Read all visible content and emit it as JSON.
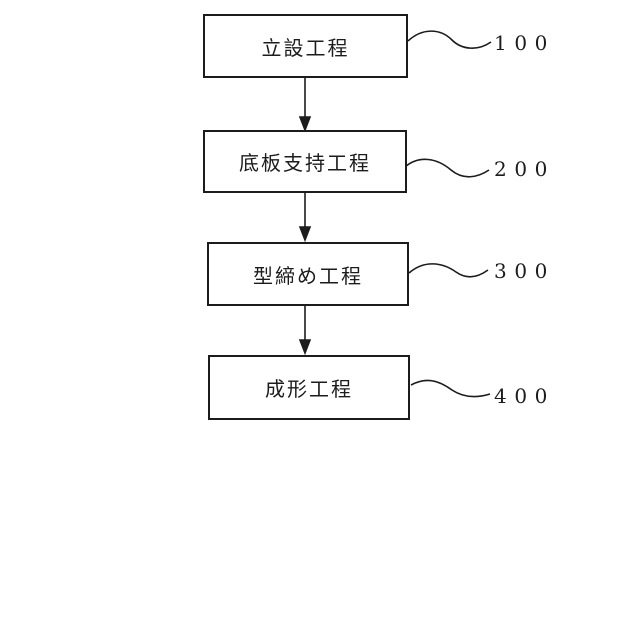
{
  "diagram": {
    "kind": "flowchart",
    "steps": [
      {
        "label": "立設工程",
        "ref": "100"
      },
      {
        "label": "底板支持工程",
        "ref": "200"
      },
      {
        "label": "型締め工程",
        "ref": "300"
      },
      {
        "label": "成形工程",
        "ref": "400"
      }
    ]
  }
}
